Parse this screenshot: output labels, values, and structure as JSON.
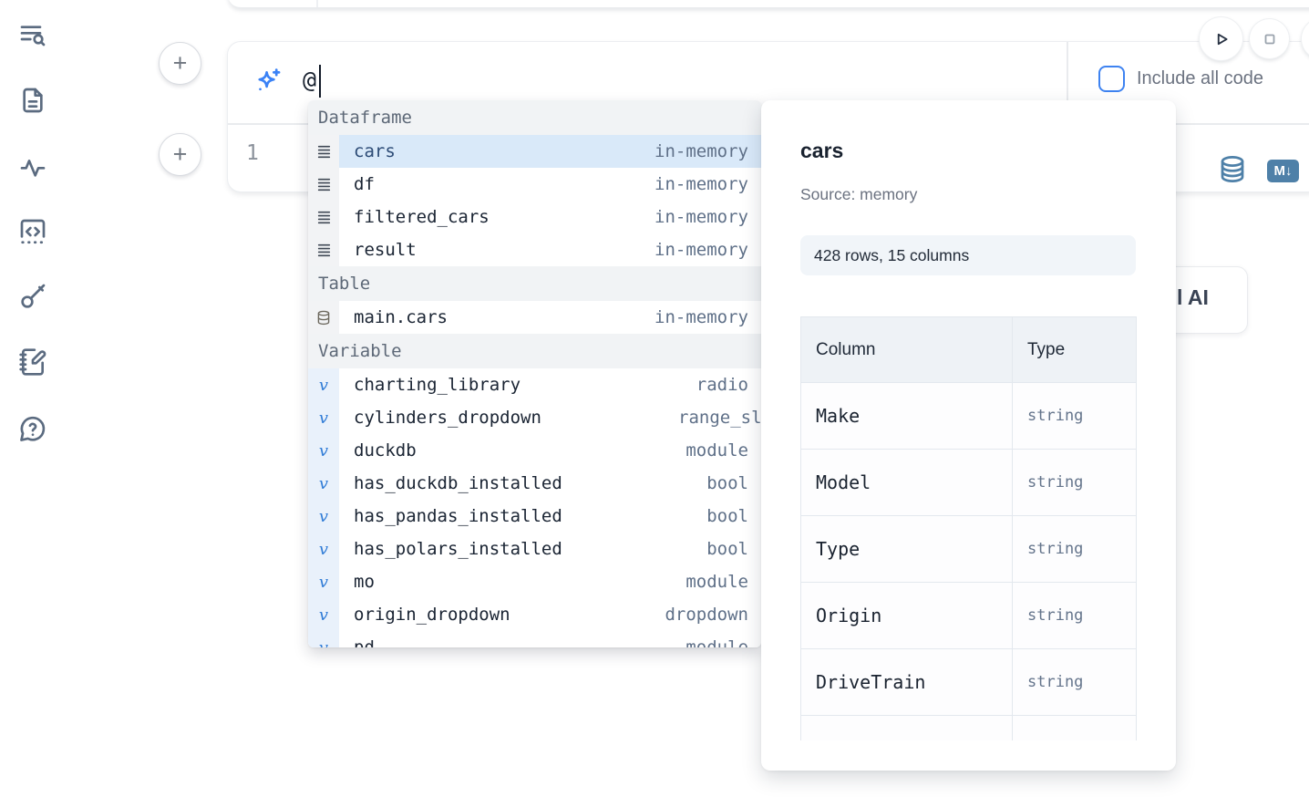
{
  "ui": {
    "add_cell_label": "+"
  },
  "sidebar": {
    "icons": [
      "table-of-contents-search",
      "file-document",
      "activity-pulse",
      "code-snippets",
      "key-secrets",
      "scratchpad-notebook",
      "help-chat"
    ]
  },
  "cell_controls": {
    "icons": [
      "play",
      "stop"
    ]
  },
  "prompt": {
    "value": "@",
    "sparkles_icon": "ai-sparkles",
    "include_all_code_label": "Include all code",
    "include_all_code_checked": false
  },
  "editor": {
    "line_number": "1",
    "footer_icons": [
      "database",
      "markdown-export"
    ],
    "markdown_badge": "M↓"
  },
  "overlay": {
    "partial_ai_button_label": "l AI"
  },
  "autocomplete": {
    "sections": [
      {
        "label": "Dataframe",
        "items": [
          {
            "icon": "dataframe",
            "name": "cars",
            "type": "in-memory",
            "selected": true
          },
          {
            "icon": "dataframe",
            "name": "df",
            "type": "in-memory"
          },
          {
            "icon": "dataframe",
            "name": "filtered_cars",
            "type": "in-memory"
          },
          {
            "icon": "dataframe",
            "name": "result",
            "type": "in-memory"
          }
        ]
      },
      {
        "label": "Table",
        "items": [
          {
            "icon": "database",
            "name": "main.cars",
            "type": "in-memory"
          }
        ]
      },
      {
        "label": "Variable",
        "items": [
          {
            "icon": "variable",
            "name": "charting_library",
            "type": "radio"
          },
          {
            "icon": "variable",
            "name": "cylinders_dropdown",
            "type": "range_sli",
            "type_clipped": true
          },
          {
            "icon": "variable",
            "name": "duckdb",
            "type": "module"
          },
          {
            "icon": "variable",
            "name": "has_duckdb_installed",
            "type": "bool"
          },
          {
            "icon": "variable",
            "name": "has_pandas_installed",
            "type": "bool"
          },
          {
            "icon": "variable",
            "name": "has_polars_installed",
            "type": "bool"
          },
          {
            "icon": "variable",
            "name": "mo",
            "type": "module"
          },
          {
            "icon": "variable",
            "name": "origin_dropdown",
            "type": "dropdown"
          },
          {
            "icon": "variable",
            "name": "pd",
            "type": "module",
            "partially_visible": true
          }
        ]
      }
    ]
  },
  "preview": {
    "title": "cars",
    "source": "Source: memory",
    "row_col_summary": "428 rows, 15 columns",
    "table": {
      "headers": [
        "Column",
        "Type"
      ],
      "rows": [
        [
          "Make",
          "string"
        ],
        [
          "Model",
          "string"
        ],
        [
          "Type",
          "string"
        ],
        [
          "Origin",
          "string"
        ],
        [
          "DriveTrain",
          "string"
        ]
      ]
    }
  },
  "colors": {
    "accent_blue": "#3b82f6",
    "steel_blue": "#4e80a8",
    "selected_row": "#d9e9f9",
    "section_header_bg": "#f1f3f5",
    "stats_box_bg": "#f1f5f9"
  }
}
